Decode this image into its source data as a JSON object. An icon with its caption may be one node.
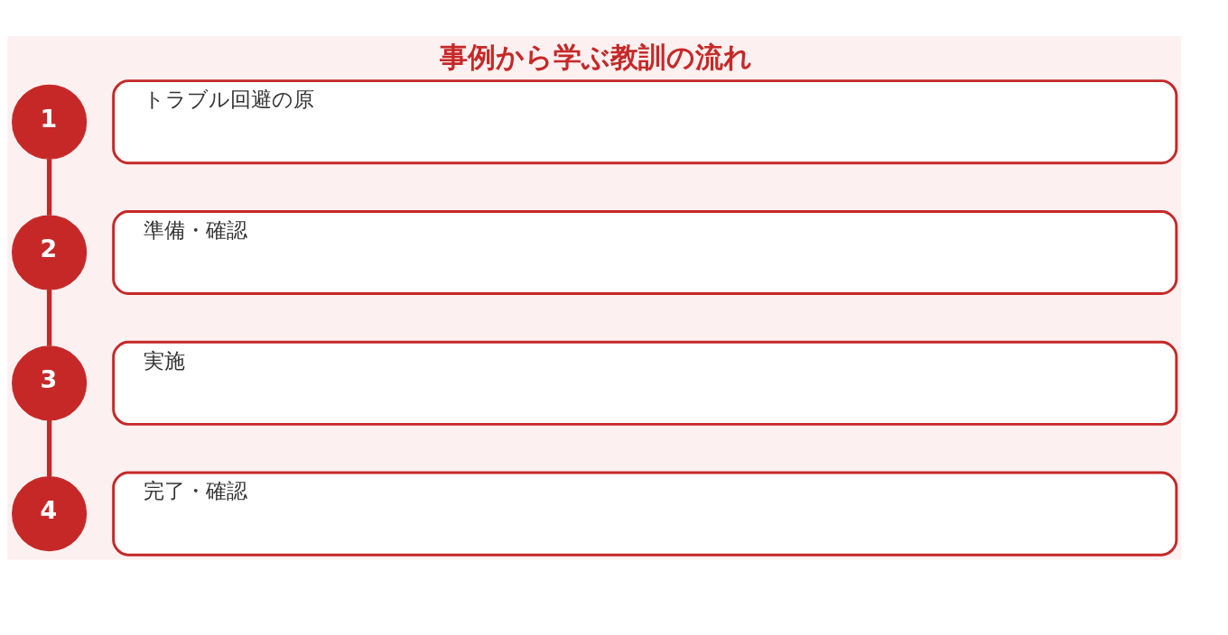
{
  "diagram": {
    "title": "事例から学ぶ教訓の流れ",
    "nodes": [
      {
        "text": [
          "1"
        ]
      },
      {
        "text": [
          "トラブル回避の原"
        ]
      },
      {
        "text": [
          "2"
        ]
      },
      {
        "text": [
          "準備・確認"
        ]
      },
      {
        "text": [
          "3"
        ]
      },
      {
        "text": [
          "実施"
        ]
      },
      {
        "text": [
          "4"
        ]
      },
      {
        "text": [
          "完了・確認"
        ]
      }
    ],
    "edges": [
      {
        "from": 0,
        "to": 2,
        "arrow": "none"
      },
      {
        "from": 2,
        "to": 4,
        "arrow": "none"
      },
      {
        "from": 4,
        "to": 6,
        "arrow": "none"
      }
    ]
  }
}
